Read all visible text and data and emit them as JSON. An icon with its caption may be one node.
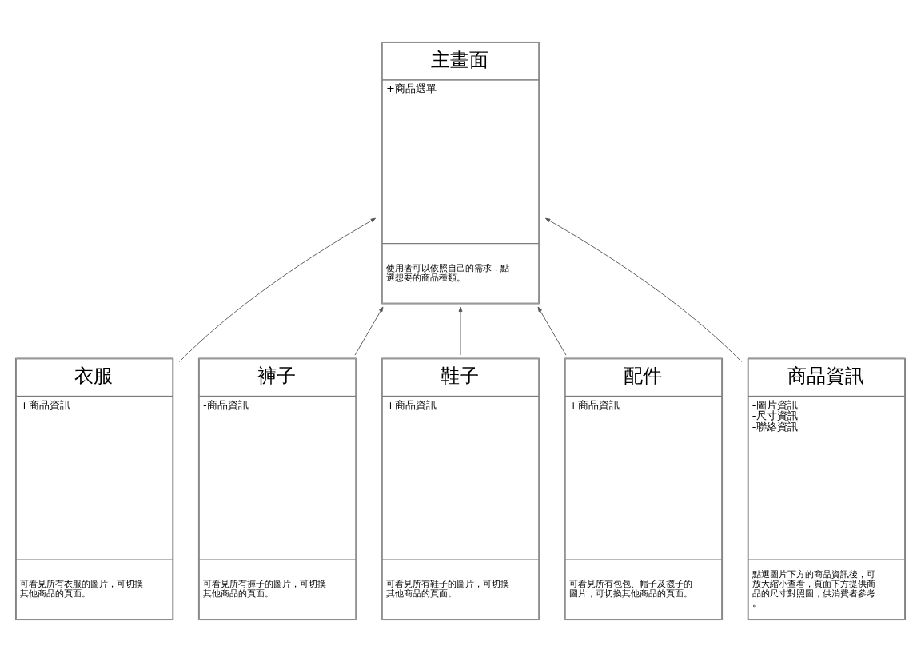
{
  "diagram": {
    "nodes": [
      {
        "text": [
          "主畫面",
          "+商品選單",
          "使用者可以依照自己的需求，點選想要的商品種類。"
        ]
      },
      {
        "text": [
          "衣服",
          "+商品資訊",
          "可看見所有衣服的圖片，可切換其他商品的頁面。"
        ]
      },
      {
        "text": [
          "褲子",
          "-商品資訊",
          "可看見所有褲子的圖片，可切換其他商品的頁面。"
        ]
      },
      {
        "text": [
          "鞋子",
          "+商品資訊",
          "可看見所有鞋子的圖片，可切換其他商品的頁面。"
        ]
      },
      {
        "text": [
          "配件",
          "+商品資訊",
          "可看見所有包包、帽子及襪子的圖片，可切換其他商品的頁面。"
        ]
      },
      {
        "text": [
          "商品資訊",
          "-圖片資訊",
          "-尺寸資訊",
          "-聯絡資訊",
          "點選圖片下方的商品資訊後，可放大縮小查看，頁面下方提供商品的尺寸對照圖，供消費者參考。"
        ]
      }
    ],
    "edges": [
      {
        "from": 1,
        "to": 0,
        "arrow": "to"
      },
      {
        "from": 2,
        "to": 0,
        "arrow": "to"
      },
      {
        "from": 3,
        "to": 0,
        "arrow": "to"
      },
      {
        "from": 4,
        "to": 0,
        "arrow": "to"
      },
      {
        "from": 5,
        "to": 0,
        "arrow": "to"
      }
    ]
  }
}
